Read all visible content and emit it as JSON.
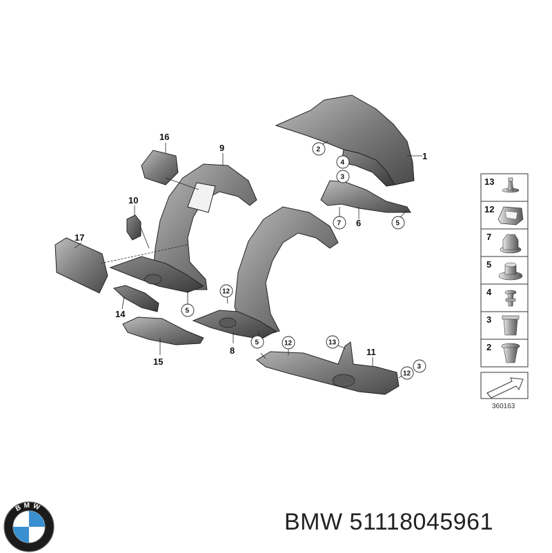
{
  "diagram": {
    "part_callouts": [
      "1",
      "6",
      "8",
      "9",
      "10",
      "11",
      "14",
      "15",
      "16",
      "17"
    ],
    "circled_callouts": {
      "c2": "2",
      "c4": "4",
      "c3": "3",
      "c7": "7",
      "c5a": "5",
      "c5b": "5",
      "c5c": "5",
      "c12a": "12",
      "c12b": "12",
      "c12c": "12",
      "c13": "13",
      "c3b": "3"
    },
    "legend": [
      "13",
      "12",
      "7",
      "5",
      "4",
      "3",
      "2"
    ],
    "diagram_id": "360163"
  },
  "caption": {
    "brand": "BMW",
    "part_number": "51118045961"
  },
  "logo": {
    "letters": "BMW",
    "icon": "bmw-logo-icon",
    "colors": {
      "blue": "#3a8fd0",
      "ring": "#1b1b1b",
      "white": "#ffffff"
    }
  }
}
